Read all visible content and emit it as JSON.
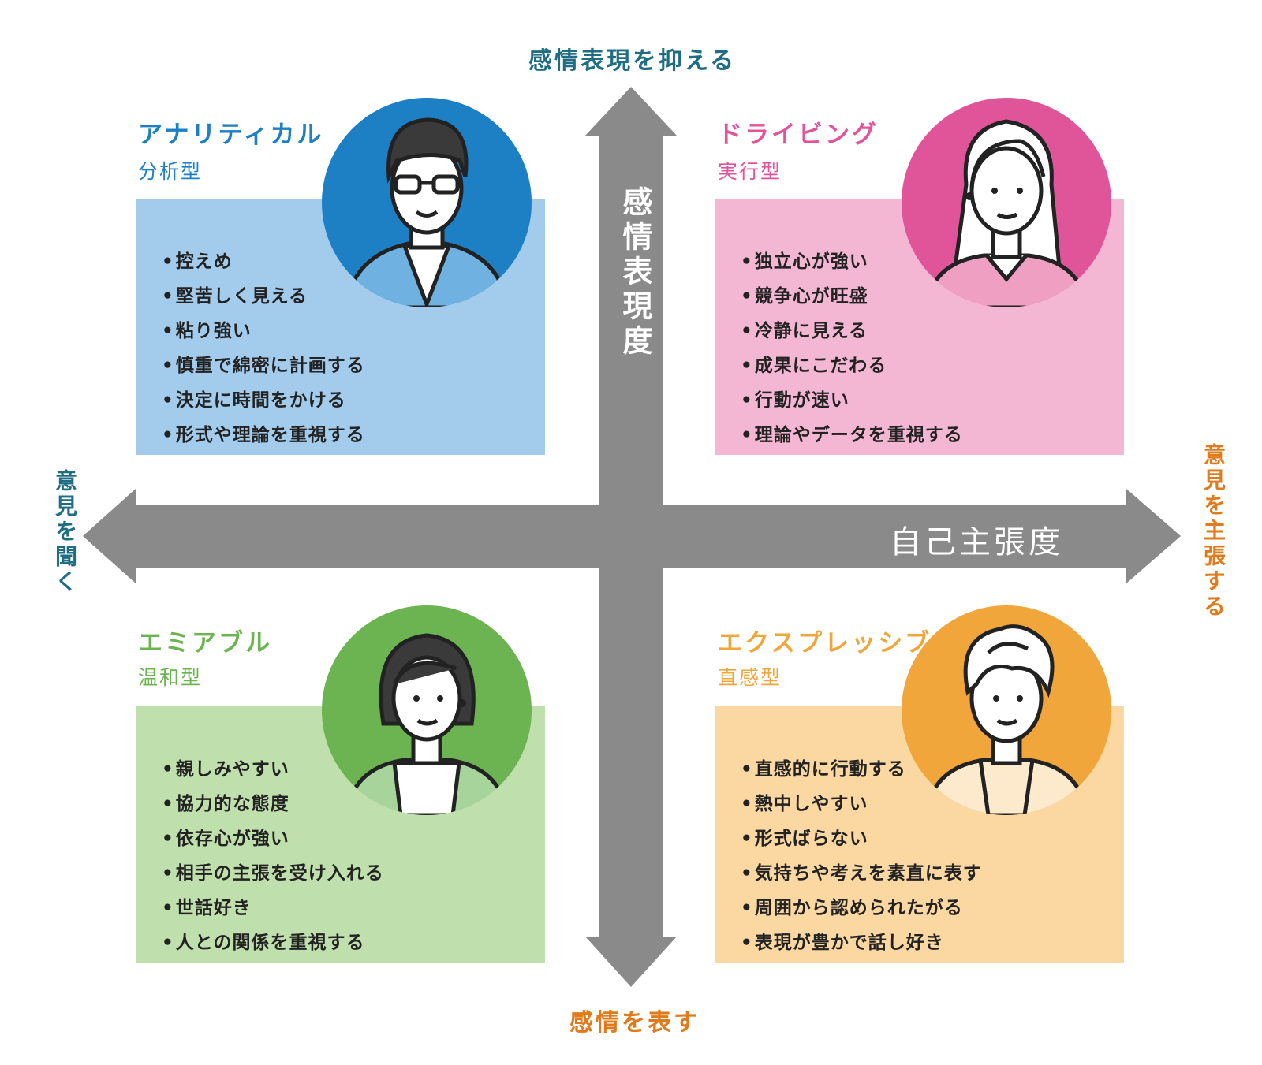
{
  "top_label": "感情表現を抑える",
  "bottom_label": "感情を表す",
  "left_label": "意見を聞く",
  "right_label": "意見を主張する",
  "vertical_axis": "感情表現度",
  "horizontal_axis": "自己主張度",
  "colors": {
    "axis": "#8a8a8a",
    "label_teal": "#1f6d84",
    "label_orange": "#e07a1a",
    "analytical": "#1d7fc4",
    "analytical_box": "#a3cbeb",
    "driving": "#e0559a",
    "driving_box": "#f3b6d3",
    "amiable": "#6cb451",
    "amiable_box": "#bfdfad",
    "expressive": "#f0a63a",
    "expressive_box": "#fbd7a2"
  },
  "quadrants": {
    "analytical": {
      "title": "アナリティカル",
      "subtitle": "分析型",
      "avatar_icon": "man-with-glasses-icon",
      "items": [
        "控えめ",
        "堅苦しく見える",
        "粘り強い",
        "慎重で綿密に計画する",
        "決定に時間をかける",
        "形式や理論を重視する"
      ]
    },
    "driving": {
      "title": "ドライビング",
      "subtitle": "実行型",
      "avatar_icon": "woman-long-hair-icon",
      "items": [
        "独立心が強い",
        "競争心が旺盛",
        "冷静に見える",
        "成果にこだわる",
        "行動が速い",
        "理論やデータを重視する"
      ]
    },
    "amiable": {
      "title": "エミアブル",
      "subtitle": "温和型",
      "avatar_icon": "woman-short-hair-icon",
      "items": [
        "親しみやすい",
        "協力的な態度",
        "依存心が強い",
        "相手の主張を受け入れる",
        "世話好き",
        "人との関係を重視する"
      ]
    },
    "expressive": {
      "title": "エクスプレッシブ",
      "subtitle": "直感型",
      "avatar_icon": "man-wavy-hair-icon",
      "items": [
        "直感的に行動する",
        "熱中しやすい",
        "形式ばらない",
        "気持ちや考えを素直に表す",
        "周囲から認められたがる",
        "表現が豊かで話し好き"
      ]
    }
  }
}
